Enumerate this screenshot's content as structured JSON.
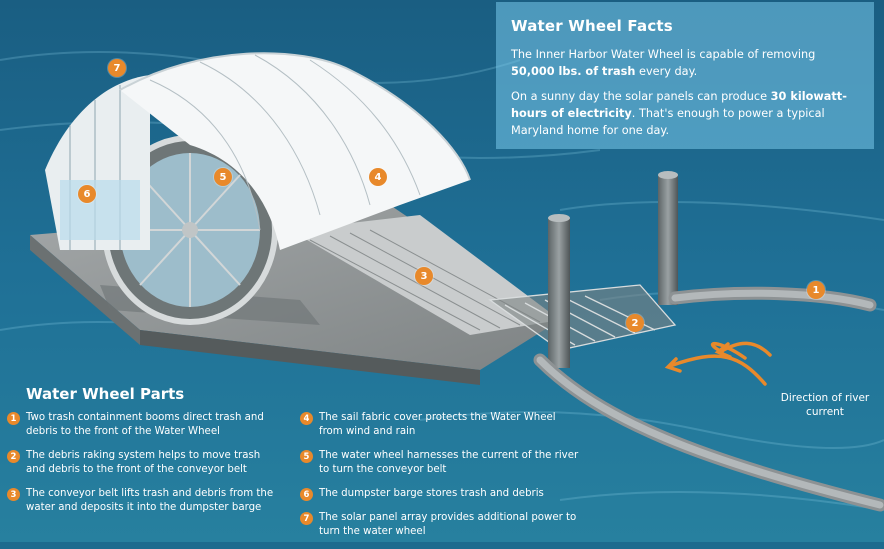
{
  "facts": {
    "title": "Water Wheel Facts",
    "p1_a": "The Inner Harbor Water Wheel is capable of removing ",
    "p1_b": "50,000 lbs. of trash",
    "p1_c": " every day.",
    "p2_a": "On a sunny day the solar panels can produce ",
    "p2_b": "30 kilowatt-hours of electricity",
    "p2_c": ". That's enough to power a typical Maryland home for one day."
  },
  "parts": {
    "title": "Water Wheel Parts",
    "items": [
      {
        "num": "1",
        "text": "Two trash containment booms direct trash and debris to the front of the Water Wheel"
      },
      {
        "num": "2",
        "text": "The debris raking system helps to move trash and debris to the front of the conveyor belt"
      },
      {
        "num": "3",
        "text": "The conveyor belt lifts trash and debris from the water and deposits it into the dumpster barge"
      },
      {
        "num": "4",
        "text": "The sail fabric cover protects the Water Wheel from wind and rain"
      },
      {
        "num": "5",
        "text": "The water wheel harnesses the current of the river to turn the conveyor belt"
      },
      {
        "num": "6",
        "text": "The dumpster barge stores trash and debris"
      },
      {
        "num": "7",
        "text": "The solar panel array provides additional power to turn the water wheel"
      }
    ]
  },
  "callouts": [
    "1",
    "2",
    "3",
    "4",
    "5",
    "6",
    "7"
  ],
  "direction_label": "Direction of river current",
  "colors": {
    "water": "#1d6b8e",
    "accent": "#e8892b",
    "facts_box": "#78c8eb",
    "cover": "#ffffff",
    "barge": "#8a8e8f"
  }
}
